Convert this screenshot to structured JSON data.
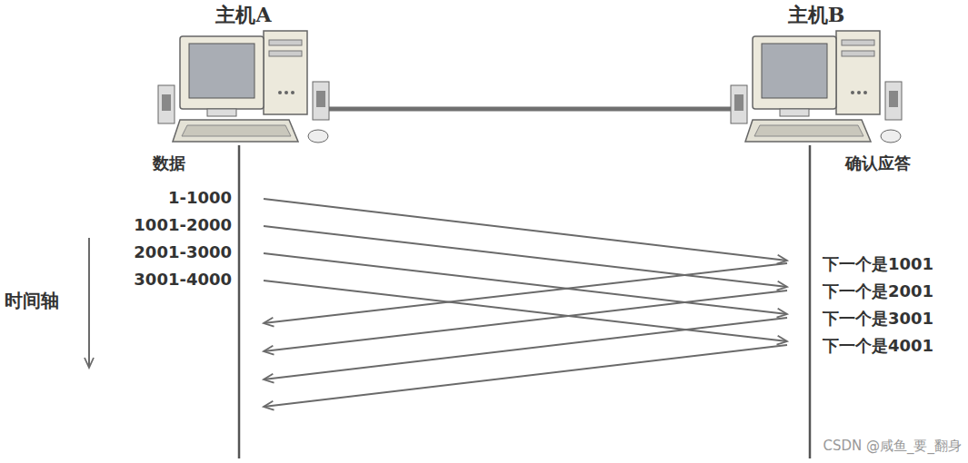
{
  "diagram": {
    "nodes": [
      {
        "text": [
          "主机A"
        ]
      },
      {
        "text": [
          "主机B"
        ]
      }
    ],
    "edges": [
      {
        "from": 0,
        "to": 1,
        "arrow": "none"
      }
    ],
    "labels": [
      "数据",
      "确认应答",
      "1-1000",
      "1001-2000",
      "2001-3000",
      "3001-4000",
      "时间轴",
      "下一个是1001",
      "下一个是2001",
      "下一个是3001",
      "下一个是4001",
      "CSDN @咸鱼_要_翻身"
    ]
  }
}
